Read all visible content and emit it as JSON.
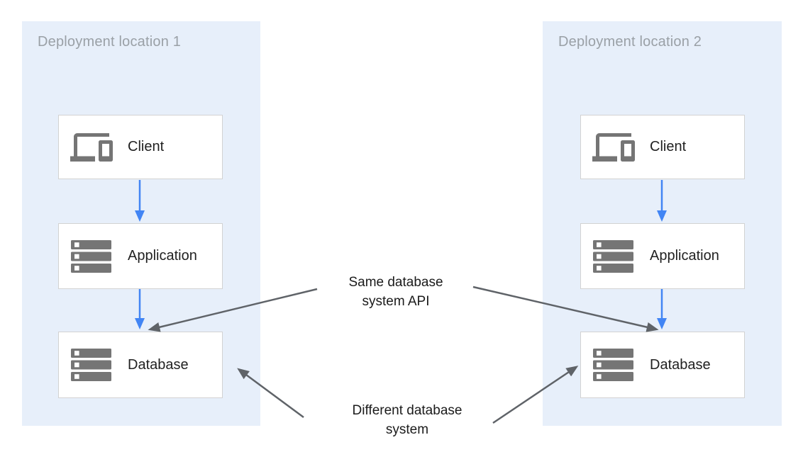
{
  "diagram": {
    "panels": [
      {
        "title": "Deployment location 1",
        "nodes": [
          {
            "label": "Client",
            "icon": "devices-icon"
          },
          {
            "label": "Application",
            "icon": "server-stack-icon"
          },
          {
            "label": "Database",
            "icon": "server-stack-icon"
          }
        ]
      },
      {
        "title": "Deployment location 2",
        "nodes": [
          {
            "label": "Client",
            "icon": "devices-icon"
          },
          {
            "label": "Application",
            "icon": "server-stack-icon"
          },
          {
            "label": "Database",
            "icon": "server-stack-icon"
          }
        ]
      }
    ],
    "annotations": [
      {
        "lines": [
          "Same database",
          "system API"
        ],
        "points_to": [
          "Database in location 1",
          "Database in location 2"
        ]
      },
      {
        "lines": [
          "Different database",
          "system"
        ],
        "points_to": [
          "Database in location 1",
          "Database in location 2"
        ]
      }
    ],
    "colors": {
      "panel_background": "#e7effa",
      "node_background": "#ffffff",
      "node_border": "#d2d2d2",
      "flow_arrow_blue": "#4285f4",
      "annotation_arrow_gray": "#5f6368",
      "icon_gray": "#757575",
      "panel_title_gray": "#9aa0a6",
      "node_label_color": "#212121",
      "annotation_text_color": "#1b1b1b"
    }
  }
}
